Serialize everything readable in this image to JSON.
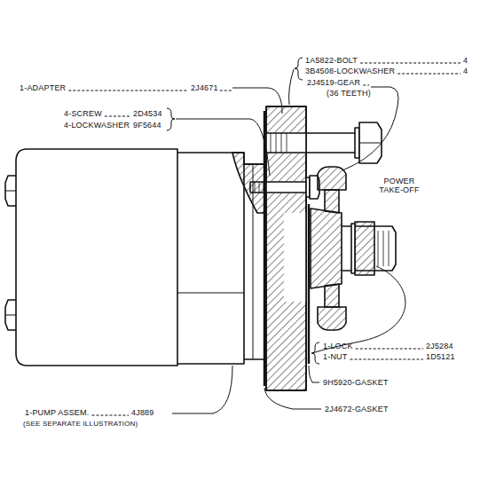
{
  "diagram": {
    "labels": [
      "1-ADAPTER",
      "2J4671",
      "4-SCREW",
      "2D4534",
      "4-LOCKWASHER",
      "9F5644",
      "1A5822-BOLT",
      "4",
      "3B4508-LOCKWASHER",
      "4",
      "2J4519-GEAR",
      "(36 TEETH)",
      "POWER TAKE-OFF",
      "1-LOCK",
      "2J5284",
      "1-NUT",
      "1D5121",
      "9H5920-GASKET",
      "2J4672-GASKET",
      "1-PUMP ASSEM.",
      "4J889",
      "(SEE SEPARATE ILLUSTRATION)"
    ]
  }
}
